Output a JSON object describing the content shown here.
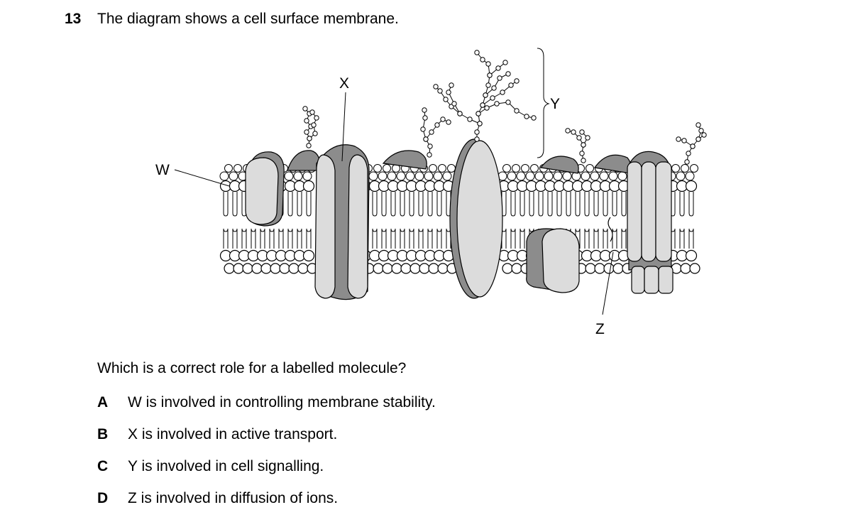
{
  "question": {
    "number": "13",
    "stem": "The diagram shows a cell surface membrane.",
    "prompt": "Which is a correct role for a labelled molecule?"
  },
  "diagram": {
    "labels": {
      "w": "W",
      "x": "X",
      "y": "Y",
      "z": "Z"
    }
  },
  "options": [
    {
      "letter": "A",
      "text": "W is involved in controlling membrane stability."
    },
    {
      "letter": "B",
      "text": "X is involved in active transport."
    },
    {
      "letter": "C",
      "text": "Y is involved in cell signalling."
    },
    {
      "letter": "D",
      "text": "Z is involved in diffusion of ions."
    }
  ],
  "colors": {
    "protein_dark": "#8c8c8c",
    "protein_light": "#dcdcdc",
    "protein_mid": "#a8a8a8",
    "line": "#000000"
  }
}
